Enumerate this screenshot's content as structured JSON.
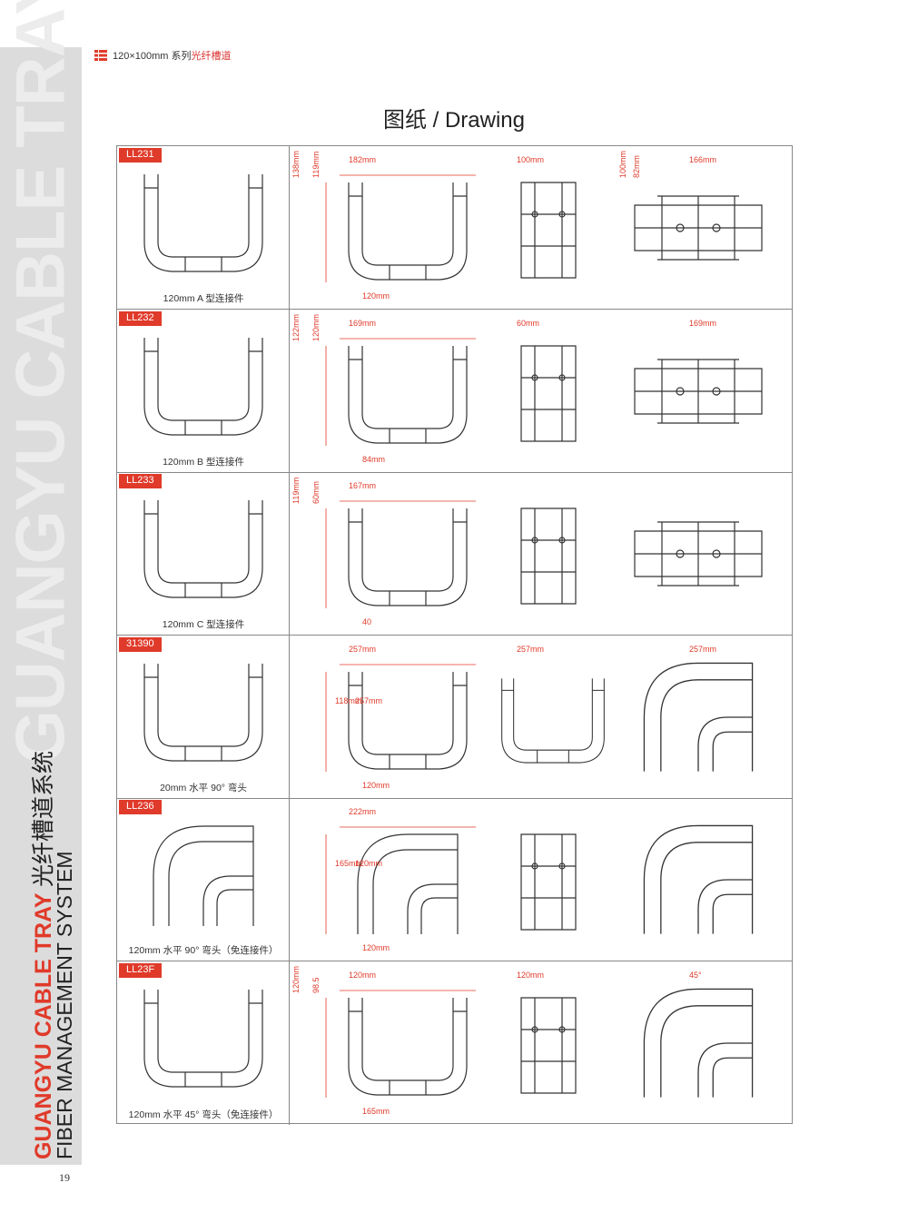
{
  "header": {
    "series": "120×100mm 系列",
    "series_highlight": "光纤槽道"
  },
  "title": "图纸 / Drawing",
  "sidebar": {
    "watermark": "GUANGYU CABLE TRAY",
    "brand_en": "GUANGYU CABLE TRAY",
    "brand_cn": "光纤槽道系统",
    "brand_sub": "FIBER MANAGEMENT SYSTEM"
  },
  "page_number": "19",
  "rows": [
    {
      "code": "LL231",
      "caption": "120mm A 型连接件",
      "dims": [
        "182mm",
        "138mm",
        "119mm",
        "120mm",
        "100mm",
        "166mm",
        "100mm",
        "82mm"
      ]
    },
    {
      "code": "LL232",
      "caption": "120mm B 型连接件",
      "dims": [
        "169mm",
        "122mm",
        "120mm",
        "84mm",
        "60mm",
        "169mm"
      ]
    },
    {
      "code": "LL233",
      "caption": "120mm C 型连接件",
      "dims": [
        "167mm",
        "119mm",
        "60mm",
        "40"
      ]
    },
    {
      "code": "31390",
      "caption": "20mm 水平 90° 弯头",
      "dims": [
        "257mm",
        "118mm",
        "257mm",
        "120mm",
        "257mm",
        "257mm"
      ]
    },
    {
      "code": "LL236",
      "caption": "120mm 水平 90° 弯头（免连接件）",
      "dims": [
        "222mm",
        "165mm",
        "120mm",
        "120mm"
      ]
    },
    {
      "code": "LL23F",
      "caption": "120mm 水平 45° 弯头（免连接件）",
      "dims": [
        "120mm",
        "120mm",
        "98.5",
        "165mm",
        "120mm",
        "45°"
      ]
    }
  ]
}
